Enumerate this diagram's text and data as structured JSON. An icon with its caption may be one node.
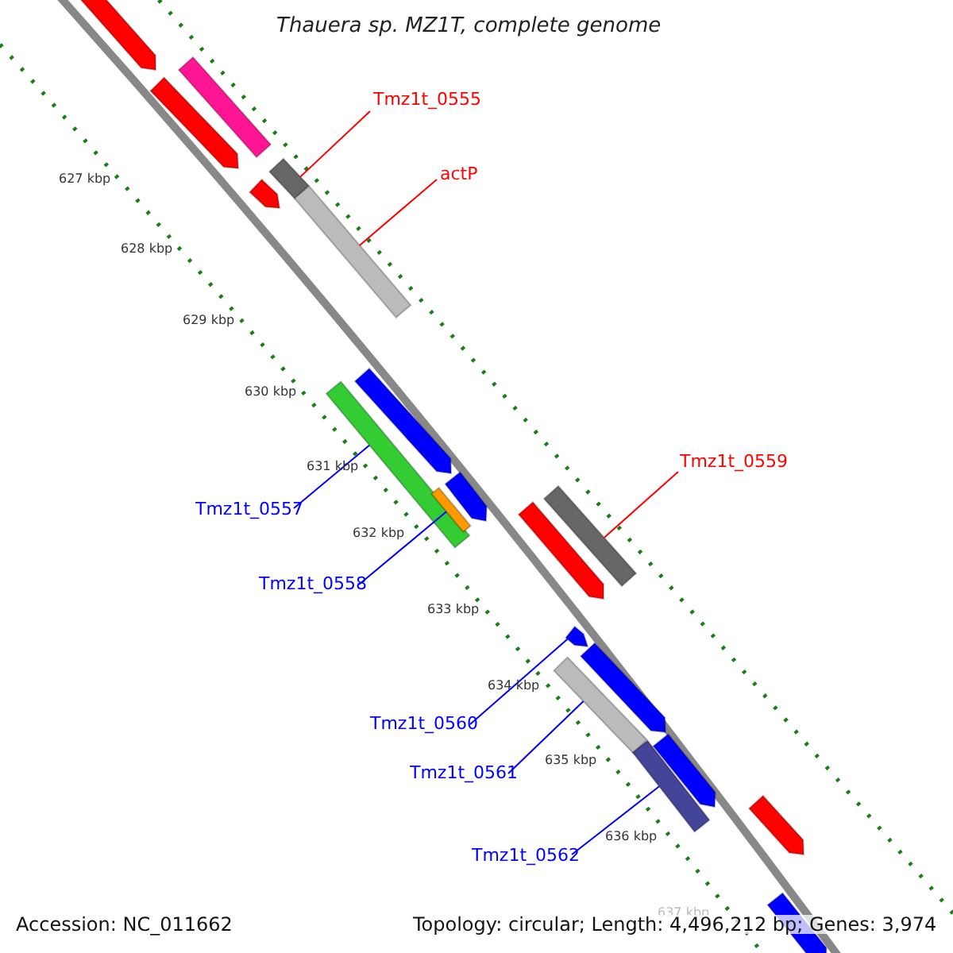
{
  "diagram": {
    "title": "Thauera sp. MZ1T, complete genome",
    "nodes": [
      {
        "text": [
          "Tmz1t_0555"
        ]
      },
      {
        "text": [],
        "shape": "bar"
      },
      {
        "text": [
          "actP"
        ]
      },
      {
        "text": [],
        "shape": "bar"
      },
      {
        "text": [
          "Tmz1t_0559"
        ]
      },
      {
        "text": [],
        "shape": "bar"
      },
      {
        "text": [
          "Tmz1t_0557"
        ]
      },
      {
        "text": [],
        "shape": "bar"
      },
      {
        "text": [
          "Tmz1t_0558"
        ]
      },
      {
        "text": [],
        "shape": "bar"
      },
      {
        "text": [
          "Tmz1t_0560"
        ]
      },
      {
        "text": [],
        "shape": "bar"
      },
      {
        "text": [
          "Tmz1t_0561"
        ]
      },
      {
        "text": [],
        "shape": "bar"
      },
      {
        "text": [
          "Tmz1t_0562"
        ]
      },
      {
        "text": [],
        "shape": "bar"
      }
    ],
    "edges": [
      {
        "from": 0,
        "to": 1,
        "arrow": "none",
        "color": "#ff0000"
      },
      {
        "from": 2,
        "to": 3,
        "arrow": "none",
        "color": "#ff0000"
      },
      {
        "from": 4,
        "to": 5,
        "arrow": "none",
        "color": "#ff0000"
      },
      {
        "from": 6,
        "to": 7,
        "arrow": "none"
      },
      {
        "from": 8,
        "to": 9,
        "arrow": "none"
      },
      {
        "from": 10,
        "to": 11,
        "arrow": "none"
      },
      {
        "from": 12,
        "to": 13,
        "arrow": "none"
      },
      {
        "from": 14,
        "to": 15,
        "arrow": "none"
      }
    ],
    "labels": [
      "627 kbp",
      "628 kbp",
      "629 kbp",
      "630 kbp",
      "631 kbp",
      "632 kbp",
      "633 kbp",
      "634 kbp",
      "635 kbp",
      "636 kbp",
      "637 kbp",
      "Accession: NC_011662",
      "Topology: circular; Length: 4,496,212 bp; Genes: 3,974"
    ]
  }
}
